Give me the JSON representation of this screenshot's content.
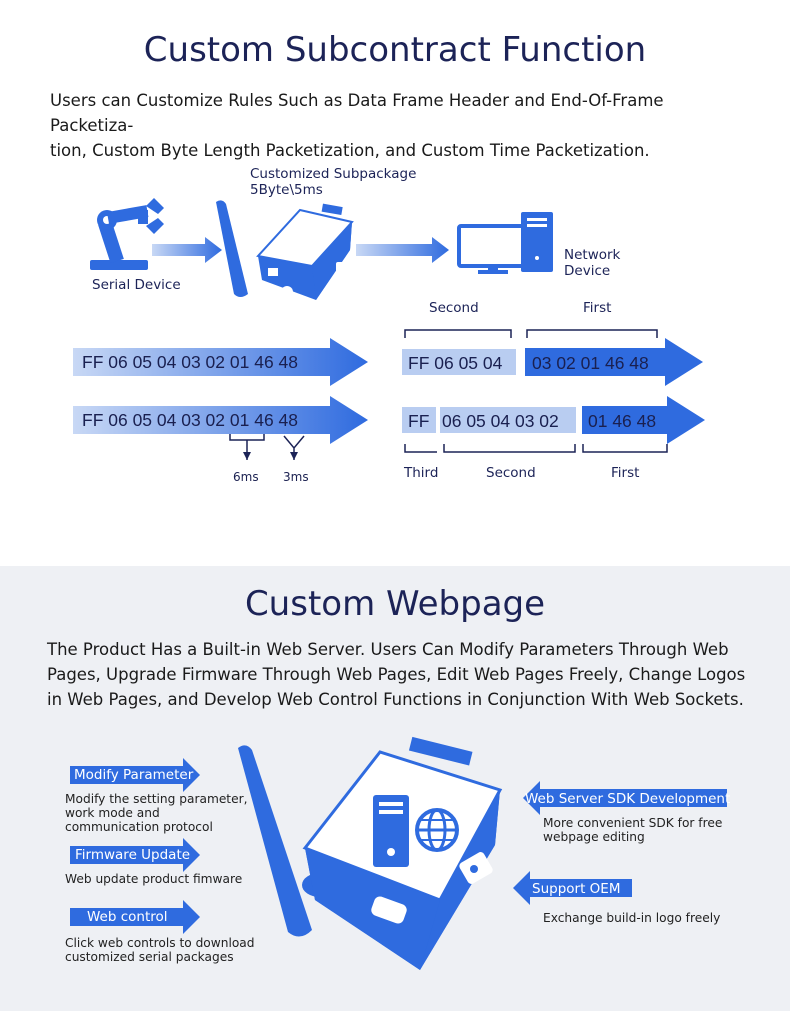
{
  "section1": {
    "title": "Custom Subcontract Function",
    "intro_line1": "Users can Customize Rules Such as Data Frame Header and End-Of-Frame Packetiza-",
    "intro_line2": "tion, Custom Byte Length Packetization, and Custom Time Packetization.",
    "customized_line1": "Customized Subpackage",
    "customized_line2": "5Byte\\5ms",
    "serial_device": "Serial Device",
    "network_line1": "Network",
    "network_line2": "Device",
    "row1": {
      "input": "FF 06 05 04 03 02 01 46 48",
      "label_second": "Second",
      "label_first": "First",
      "seg_second": "FF 06 05 04",
      "seg_first": "03 02 01 46 48"
    },
    "row2": {
      "input": "FF 06 05 04 03 02 01 46 48",
      "interval_6ms": "6ms",
      "interval_3ms": "3ms",
      "seg_third": "FF",
      "seg_second": "06 05 04 03 02",
      "seg_first": "01 46 48",
      "label_third": "Third",
      "label_second": "Second",
      "label_first": "First"
    }
  },
  "section2": {
    "title": "Custom Webpage",
    "intro_line1": "The Product Has a Built-in Web Server. Users Can Modify Parameters Through Web",
    "intro_line2": "Pages, Upgrade Firmware Through Web Pages, Edit Web Pages Freely, Change Logos",
    "intro_line3": "in Web Pages, and Develop Web Control Functions in Conjunction With Web Sockets.",
    "features_left": [
      {
        "tag": "Modify Parameter",
        "desc_line1": "Modify the setting parameter,",
        "desc_line2": "work mode and",
        "desc_line3": "communication protocol"
      },
      {
        "tag": "Firmware Update",
        "desc_line1": "Web update product fimware"
      },
      {
        "tag": "Web control",
        "desc_line1": "Click web controls to download",
        "desc_line2": "customized serial packages"
      }
    ],
    "features_right": [
      {
        "tag": "Web Server SDK Development",
        "desc_line1": "More convenient SDK for free",
        "desc_line2": "webpage editing"
      },
      {
        "tag": "Support OEM",
        "desc_line1": "Exchange build-in logo freely"
      }
    ]
  },
  "colors": {
    "primary": "#2f6bdf",
    "dark_text": "#1c2357",
    "light_fill": "#b9cdf1",
    "section_bg": "#eef0f4"
  }
}
